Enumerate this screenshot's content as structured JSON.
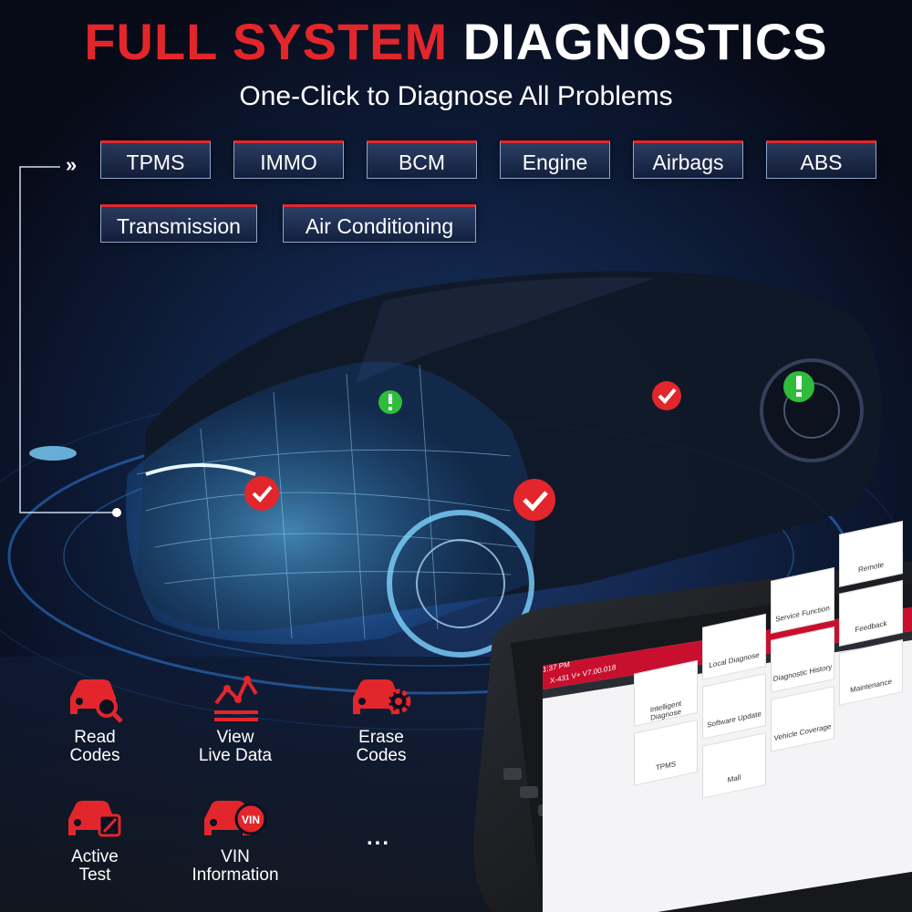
{
  "headline": {
    "part1": "FULL SYSTEM",
    "part2": "DIAGNOSTICS"
  },
  "subtitle": "One-Click to Diagnose All Problems",
  "systems": [
    "TPMS",
    "IMMO",
    "BCM",
    "Engine",
    "Airbags",
    "ABS",
    "Transmission",
    "Air Conditioning"
  ],
  "features": [
    {
      "line1": "Read",
      "line2": "Codes",
      "icon": "car-search-icon"
    },
    {
      "line1": "View",
      "line2": "Live Data",
      "icon": "live-data-graph-icon"
    },
    {
      "line1": "Erase",
      "line2": "Codes",
      "icon": "car-gear-icon"
    },
    {
      "line1": "Active",
      "line2": "Test",
      "icon": "car-edit-icon"
    },
    {
      "line1": "VIN",
      "line2": "Information",
      "icon": "car-vin-icon"
    }
  ],
  "more": "...",
  "vin_badge": "VIN",
  "tablet": {
    "status_time": "1:37 PM",
    "version": "X-431 V+ V7.00.018",
    "tiles": [
      "Intelligent Diagnose",
      "Local Diagnose",
      "Service Function",
      "Remote",
      "Software Update",
      "Diagnostic History",
      "Feedback",
      "TPMS",
      "Vehicle Coverage",
      "Maintenance",
      "Mall"
    ]
  },
  "colors": {
    "accent_red": "#e3262b",
    "background": "#0a1022",
    "wire_blue": "#4fb6ff",
    "ok_green": "#2dbd3a"
  }
}
